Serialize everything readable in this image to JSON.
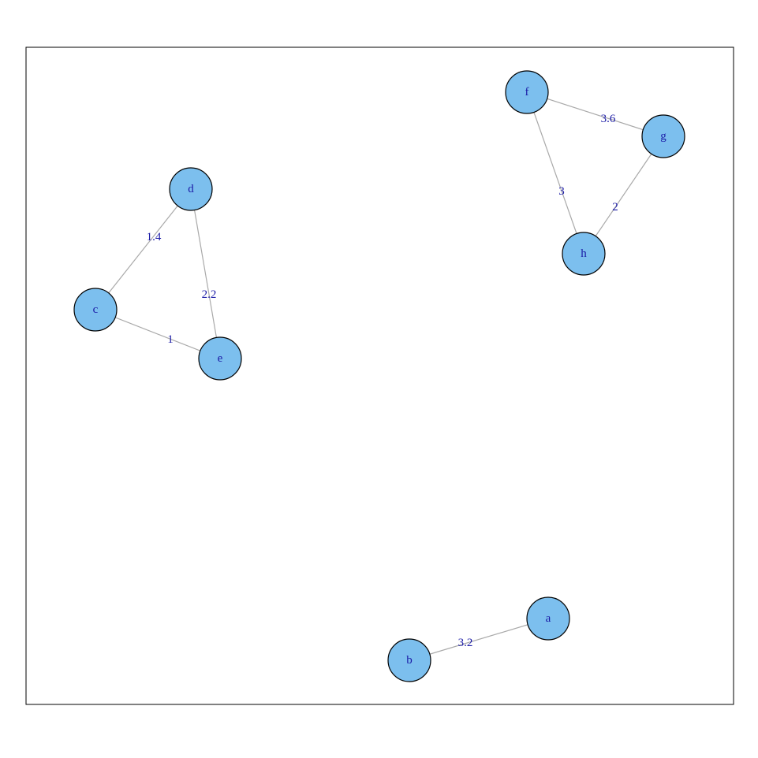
{
  "graph": {
    "colors": {
      "node_fill": "#7cbfee",
      "node_border": "#000000",
      "edge": "#a9a9a9",
      "label": "#1a1aa6",
      "frame": "#000000",
      "background": "#ffffff"
    },
    "nodes": [
      {
        "id": "a",
        "label": "a"
      },
      {
        "id": "b",
        "label": "b"
      },
      {
        "id": "c",
        "label": "c"
      },
      {
        "id": "d",
        "label": "d"
      },
      {
        "id": "e",
        "label": "e"
      },
      {
        "id": "f",
        "label": "f"
      },
      {
        "id": "g",
        "label": "g"
      },
      {
        "id": "h",
        "label": "h"
      }
    ],
    "edges": [
      {
        "from": "b",
        "to": "a",
        "label": "3.2"
      },
      {
        "from": "c",
        "to": "d",
        "label": "1.4"
      },
      {
        "from": "c",
        "to": "e",
        "label": "1"
      },
      {
        "from": "d",
        "to": "e",
        "label": "2.2"
      },
      {
        "from": "f",
        "to": "g",
        "label": "3.6"
      },
      {
        "from": "f",
        "to": "h",
        "label": "3"
      },
      {
        "from": "g",
        "to": "h",
        "label": "2"
      }
    ]
  }
}
